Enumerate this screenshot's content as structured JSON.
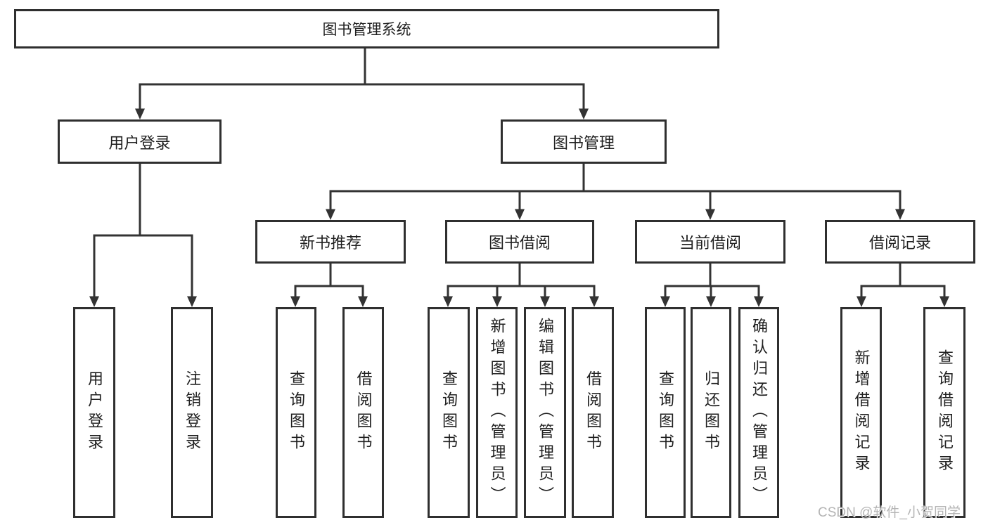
{
  "diagram": {
    "type": "hierarchy-flowchart",
    "colors": {
      "background": "#ffffff",
      "line": "#333333",
      "border": "#2f2f2f",
      "text": "#1f1f1f",
      "watermark_text": "#b5b5b5"
    }
  },
  "tree": {
    "label": "图书管理系统",
    "children": [
      {
        "label": "用户登录",
        "children": [
          {
            "label": "用户登录"
          },
          {
            "label": "注销登录"
          }
        ]
      },
      {
        "label": "图书管理",
        "children": [
          {
            "label": "新书推荐",
            "children": [
              {
                "label": "查询图书"
              },
              {
                "label": "借阅图书"
              }
            ]
          },
          {
            "label": "图书借阅",
            "children": [
              {
                "label": "查询图书"
              },
              {
                "label": "新增图书（管理员）"
              },
              {
                "label": "编辑图书（管理员）"
              },
              {
                "label": "借阅图书"
              }
            ]
          },
          {
            "label": "当前借阅",
            "children": [
              {
                "label": "查询图书"
              },
              {
                "label": "归还图书"
              },
              {
                "label": "确认归还（管理员）"
              }
            ]
          },
          {
            "label": "借阅记录",
            "children": [
              {
                "label": "新增借阅记录"
              },
              {
                "label": "查询借阅记录"
              }
            ]
          }
        ]
      }
    ]
  },
  "watermark": {
    "text": "CSDN @软件_小贺同学"
  }
}
